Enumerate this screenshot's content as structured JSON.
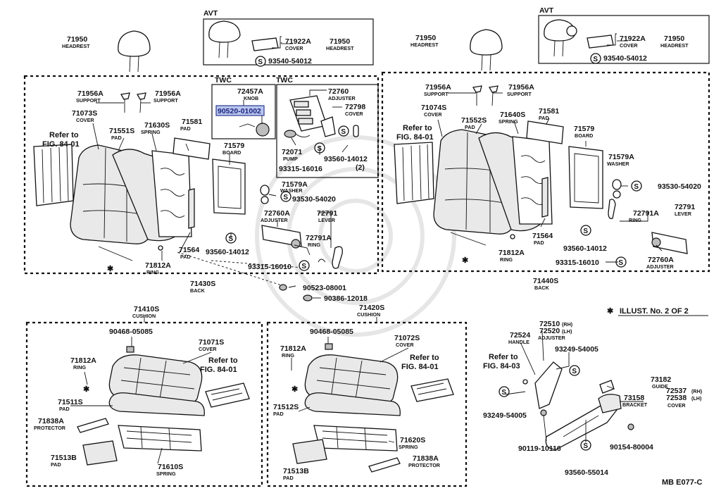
{
  "labels": {
    "avt_left": "AVT",
    "avt_right": "AVT",
    "twc_left": "TWC",
    "twc_right": "TWC",
    "hr_l_pn": "71950",
    "hr_l_nm": "HEADREST",
    "hr_r_pn": "71950",
    "hr_r_nm": "HEADREST",
    "avtl_cover_pn": "71922A",
    "avtl_cover_nm": "COVER",
    "avtl_hr_pn": "71950",
    "avtl_hr_nm": "HEADREST",
    "avtl_screw": "93540-54012",
    "avtr_cover_pn": "71922A",
    "avtr_cover_nm": "COVER",
    "avtr_hr_pn": "71950",
    "avtr_hr_nm": "HEADREST",
    "avtr_screw": "93540-54012",
    "l_sup1_pn": "71956A",
    "l_sup1_nm": "SUPPORT",
    "l_sup2_pn": "71956A",
    "l_sup2_nm": "SUPPORT",
    "l_cov_pn": "71073S",
    "l_cov_nm": "COVER",
    "l_pad_pn": "71551S",
    "l_pad_nm": "PAD",
    "l_spr_pn": "71630S",
    "l_spr_nm": "SPRING",
    "l_ref1": "Refer to",
    "l_ref2": "FIG. 84-01",
    "l_pad2_pn": "71581",
    "l_pad2_nm": "PAD",
    "l_board_pn": "71579",
    "l_board_nm": "BOARD",
    "knob_pn": "72457A",
    "knob_nm": "KNOB",
    "highlight_pn": "90520-01002",
    "adj_pn": "72760",
    "adj_nm": "ADJUSTER",
    "cov72798_pn": "72798",
    "cov72798_nm": "COVER",
    "pump_pn": "72071",
    "pump_nm": "PUMP",
    "s93560a": "93560-14012",
    "s93560a_q": "(2)",
    "s93315a": "93315-16016",
    "l_wash_pn": "71579A",
    "l_wash_nm": "WASHER",
    "l_s93530": "93530-54020",
    "l_adj_pn": "72760A",
    "l_adj_nm": "ADJUSTER",
    "l_lever_pn": "72791",
    "l_lever_nm": "LEVER",
    "l_ring_pn": "72791A",
    "l_ring_nm": "RING",
    "l_s93560": "93560-14012",
    "l_pad3_pn": "71564",
    "l_pad3_nm": "PAD",
    "l_ring2_pn": "71812A",
    "l_ring2_nm": "RING",
    "l_s93315": "93315-16010",
    "l_back_pn": "71430S",
    "l_back_nm": "BACK",
    "c90523": "90523-08001",
    "c90386": "90386-12018",
    "r_sup1_pn": "71956A",
    "r_sup1_nm": "SUPPORT",
    "r_sup2_pn": "71956A",
    "r_sup2_nm": "SUPPORT",
    "r_cov_pn": "71074S",
    "r_cov_nm": "COVER",
    "r_ref1": "Refer to",
    "r_ref2": "FIG. 84-01",
    "r_pad_pn": "71552S",
    "r_pad_nm": "PAD",
    "r_spr_pn": "71640S",
    "r_spr_nm": "SPRING",
    "r_pad2_pn": "71581",
    "r_pad2_nm": "PAD",
    "r_board_pn": "71579",
    "r_board_nm": "BOARD",
    "r_wash_pn": "71579A",
    "r_wash_nm": "WASHER",
    "r_s93530": "93530-54020",
    "r_lever_pn": "72791",
    "r_lever_nm": "LEVER",
    "r_ring_pn": "72791A",
    "r_ring_nm": "RING",
    "r_pad3_pn": "71564",
    "r_pad3_nm": "PAD",
    "r_ring2_pn": "71812A",
    "r_ring2_nm": "RING",
    "r_s93560": "93560-14012",
    "r_s93315": "93315-16010",
    "r_adj_pn": "72760A",
    "r_adj_nm": "ADJUSTER",
    "r_back_pn": "71440S",
    "r_back_nm": "BACK",
    "illust": "ILLUST. No. 2 OF 2",
    "c1_pn": "71410S",
    "c1_nm": "CUSHION",
    "c1_90468": "90468-05085",
    "c1_cov_pn": "71071S",
    "c1_cov_nm": "COVER",
    "c1_ref1": "Refer to",
    "c1_ref2": "FIG. 84-01",
    "c1_ring_pn": "71812A",
    "c1_ring_nm": "RING",
    "c1_pad_pn": "71511S",
    "c1_pad_nm": "PAD",
    "c1_prot_pn": "71838A",
    "c1_prot_nm": "PROTECTOR",
    "c1_pad2_pn": "71513B",
    "c1_pad2_nm": "PAD",
    "c1_spr_pn": "71610S",
    "c1_spr_nm": "SPRING",
    "c2_pn": "71420S",
    "c2_nm": "CUSHION",
    "c2_90468": "90468-05085",
    "c2_cov_pn": "71072S",
    "c2_cov_nm": "COVER",
    "c2_ref1": "Refer to",
    "c2_ref2": "FIG. 84-01",
    "c2_ring_pn": "71812A",
    "c2_ring_nm": "RING",
    "c2_pad_pn": "71512S",
    "c2_pad_nm": "PAD",
    "c2_spr_pn": "71620S",
    "c2_spr_nm": "SPRING",
    "c2_pad2_pn": "71513B",
    "c2_pad2_nm": "PAD",
    "c2_prot_pn": "71838A",
    "c2_prot_nm": "PROTECTOR",
    "a_adj_pn1": "72510",
    "a_adj_rh": "(RH)",
    "a_adj_pn2": "72520",
    "a_adj_lh": "(LH)",
    "a_adj_nm": "ADJUSTER",
    "a_handle_pn": "72524",
    "a_handle_nm": "HANDLE",
    "a_s93249a": "93249-54005",
    "a_ref1": "Refer to",
    "a_ref2": "FIG. 84-03",
    "a_guide_pn": "73182",
    "a_guide_nm": "GUIDE",
    "a_cov_pn1": "72537",
    "a_cov_rh": "(RH)",
    "a_cov_pn2": "72538",
    "a_cov_lh": "(LH)",
    "a_cov_nm": "COVER",
    "a_brk_pn": "73158",
    "a_brk_nm": "BRACKET",
    "a_s93249b": "93249-54005",
    "a_90119": "90119-10116",
    "a_90154": "90154-80004",
    "a_s93560": "93560-55014",
    "footer": "MB E077-C",
    "s": "S"
  }
}
